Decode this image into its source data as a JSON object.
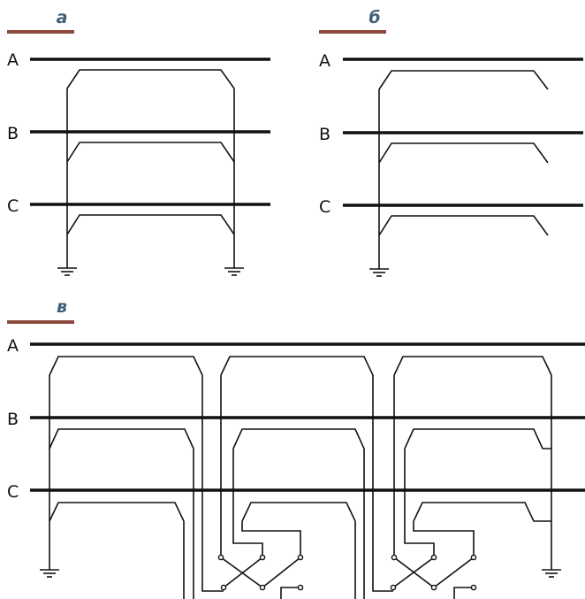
{
  "colors": {
    "bus": "#111111",
    "wire": "#111111",
    "label_bar": "#8b4a3c",
    "label_text": "#3f5f78"
  },
  "panels": [
    {
      "id": "a",
      "label": "а",
      "phases": [
        "A",
        "B",
        "C"
      ]
    },
    {
      "id": "b",
      "label": "б",
      "phases": [
        "A",
        "B",
        "C"
      ]
    },
    {
      "id": "v",
      "label": "в",
      "phases": [
        "A",
        "B",
        "C"
      ]
    }
  ]
}
